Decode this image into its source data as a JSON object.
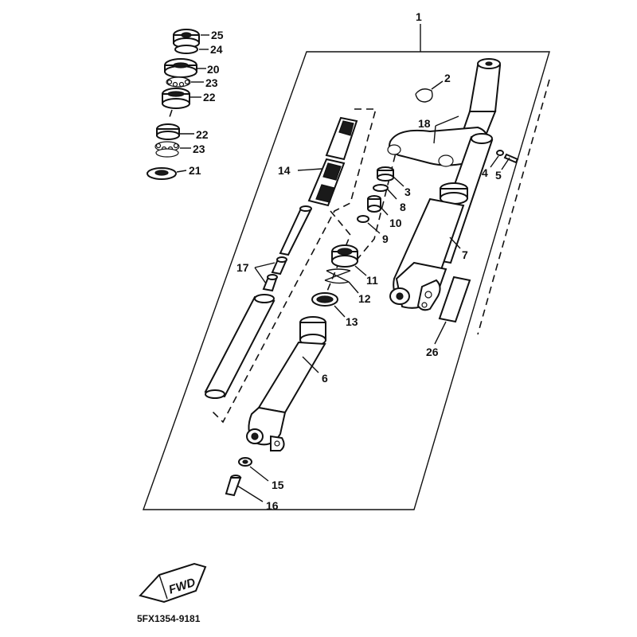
{
  "diagram_code": "5FX1354-9181",
  "direction_tag": "FWD",
  "colors": {
    "ink": "#111111",
    "paper": "#ffffff"
  },
  "callouts": [
    {
      "id": "c1",
      "label": "1"
    },
    {
      "id": "c2",
      "label": "2"
    },
    {
      "id": "c3",
      "label": "3"
    },
    {
      "id": "c4",
      "label": "4"
    },
    {
      "id": "c5",
      "label": "5"
    },
    {
      "id": "c6",
      "label": "6"
    },
    {
      "id": "c7",
      "label": "7"
    },
    {
      "id": "c8",
      "label": "8"
    },
    {
      "id": "c9",
      "label": "9"
    },
    {
      "id": "c10",
      "label": "10"
    },
    {
      "id": "c11",
      "label": "11"
    },
    {
      "id": "c12",
      "label": "12"
    },
    {
      "id": "c13",
      "label": "13"
    },
    {
      "id": "c14",
      "label": "14"
    },
    {
      "id": "c15",
      "label": "15"
    },
    {
      "id": "c16",
      "label": "16"
    },
    {
      "id": "c17",
      "label": "17"
    },
    {
      "id": "c18",
      "label": "18"
    },
    {
      "id": "c20",
      "label": "20"
    },
    {
      "id": "c21",
      "label": "21"
    },
    {
      "id": "c22a",
      "label": "22"
    },
    {
      "id": "c22b",
      "label": "22"
    },
    {
      "id": "c23a",
      "label": "23"
    },
    {
      "id": "c23b",
      "label": "23"
    },
    {
      "id": "c24",
      "label": "24"
    },
    {
      "id": "c25",
      "label": "25"
    },
    {
      "id": "c26",
      "label": "26"
    }
  ]
}
